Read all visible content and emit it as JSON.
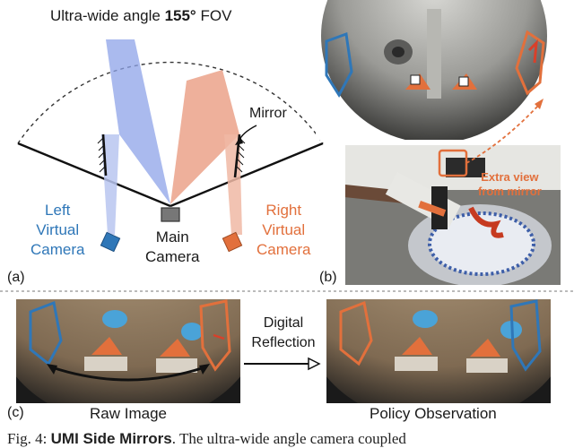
{
  "panel_a": {
    "title_prefix": "Ultra-wide angle ",
    "title_angle": "155°",
    "title_suffix": " FOV",
    "mirror_label": "Mirror",
    "left_camera": [
      "Left",
      "Virtual",
      "Camera"
    ],
    "main_camera": [
      "Main",
      "Camera"
    ],
    "right_camera": [
      "Right",
      "Virtual",
      "Camera"
    ],
    "tag": "(a)"
  },
  "panel_b": {
    "extra_view": [
      "Extra view",
      "from mirror"
    ],
    "tag": "(b)"
  },
  "panel_c": {
    "tag": "(c)",
    "raw_label": "Raw Image",
    "policy_label": "Policy Observation",
    "process": [
      "Digital",
      "Reflection"
    ]
  },
  "caption": {
    "fig": "Fig. 4:",
    "title": "UMI Side Mirrors",
    "text": ". The ultra-wide angle camera coupled"
  },
  "colors": {
    "left_accent": "#2f77b8",
    "right_accent": "#e2703c",
    "left_beam": "#8ea3e8",
    "right_beam": "#e8957a"
  }
}
